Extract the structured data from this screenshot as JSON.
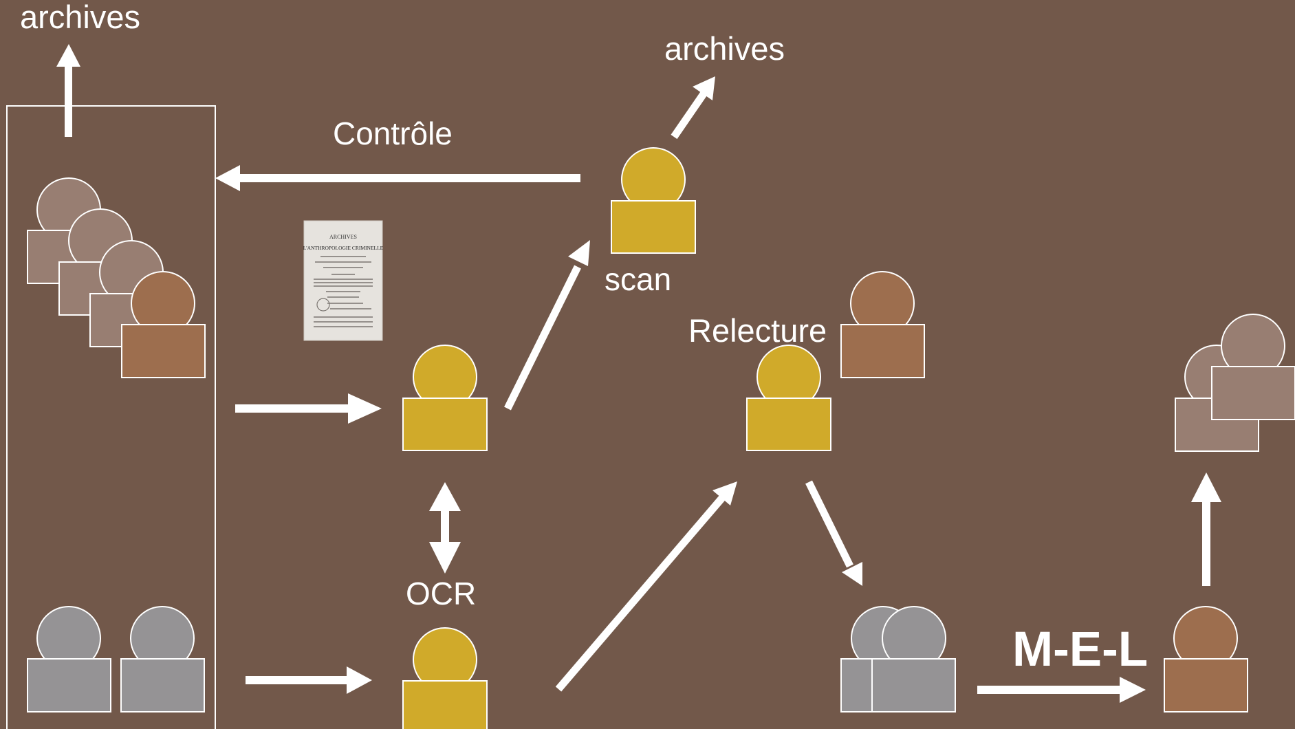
{
  "labels": {
    "archives_left": "archives",
    "archives_top": "archives",
    "controle": "Contrôle",
    "scan": "scan",
    "relecture": "Relecture",
    "ocr": "OCR",
    "mel": "M-E-L"
  },
  "document_thumbnail": {
    "heading": "ARCHIVES",
    "title": "L'ANTHROPOLOGIE CRIMINELLE"
  },
  "colors": {
    "background": "#72584a",
    "line": "#ffffff",
    "gold": "#d0aa2a",
    "rust": "#9d6e4e",
    "taupe": "#987e72",
    "gray": "#959395",
    "paper": "#e6e3de"
  }
}
